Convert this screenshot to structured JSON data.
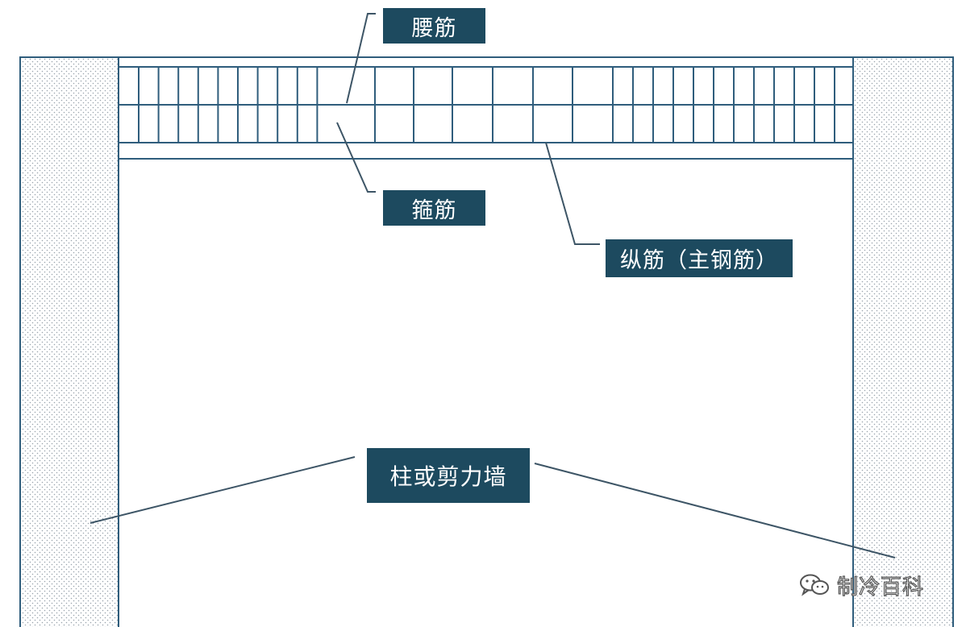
{
  "labels": {
    "waist_bar": "腰筋",
    "stirrup": "箍筋",
    "longitudinal_bar": "纵筋（主钢筋）",
    "column_or_shear_wall": "柱或剪力墙"
  },
  "watermark": {
    "text": "制冷百科",
    "icon": "wechat-icon"
  },
  "colors": {
    "line": "#2f5d7c",
    "label_bg": "#1d4a5f",
    "label_text": "#ffffff",
    "leader": "#3d5566",
    "hatch_dot": "#9aa4ad"
  }
}
